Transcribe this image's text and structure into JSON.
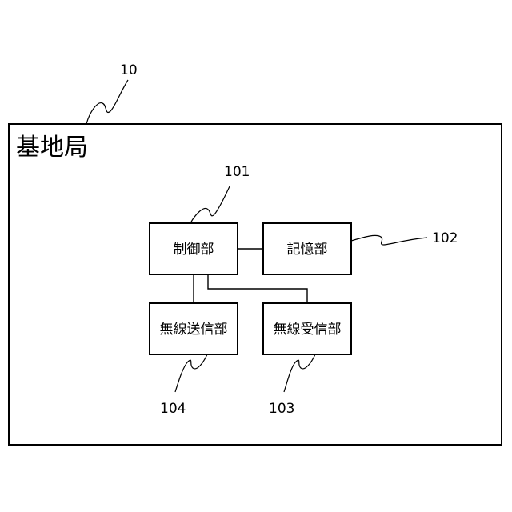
{
  "outer": {
    "title": "基地局",
    "ref": "10"
  },
  "blocks": {
    "control": {
      "label": "制御部",
      "ref": "101"
    },
    "storage": {
      "label": "記憶部",
      "ref": "102"
    },
    "wireless_receiver": {
      "label": "無線受信部",
      "ref": "103"
    },
    "wireless_transmitter": {
      "label": "無線送信部",
      "ref": "104"
    }
  }
}
